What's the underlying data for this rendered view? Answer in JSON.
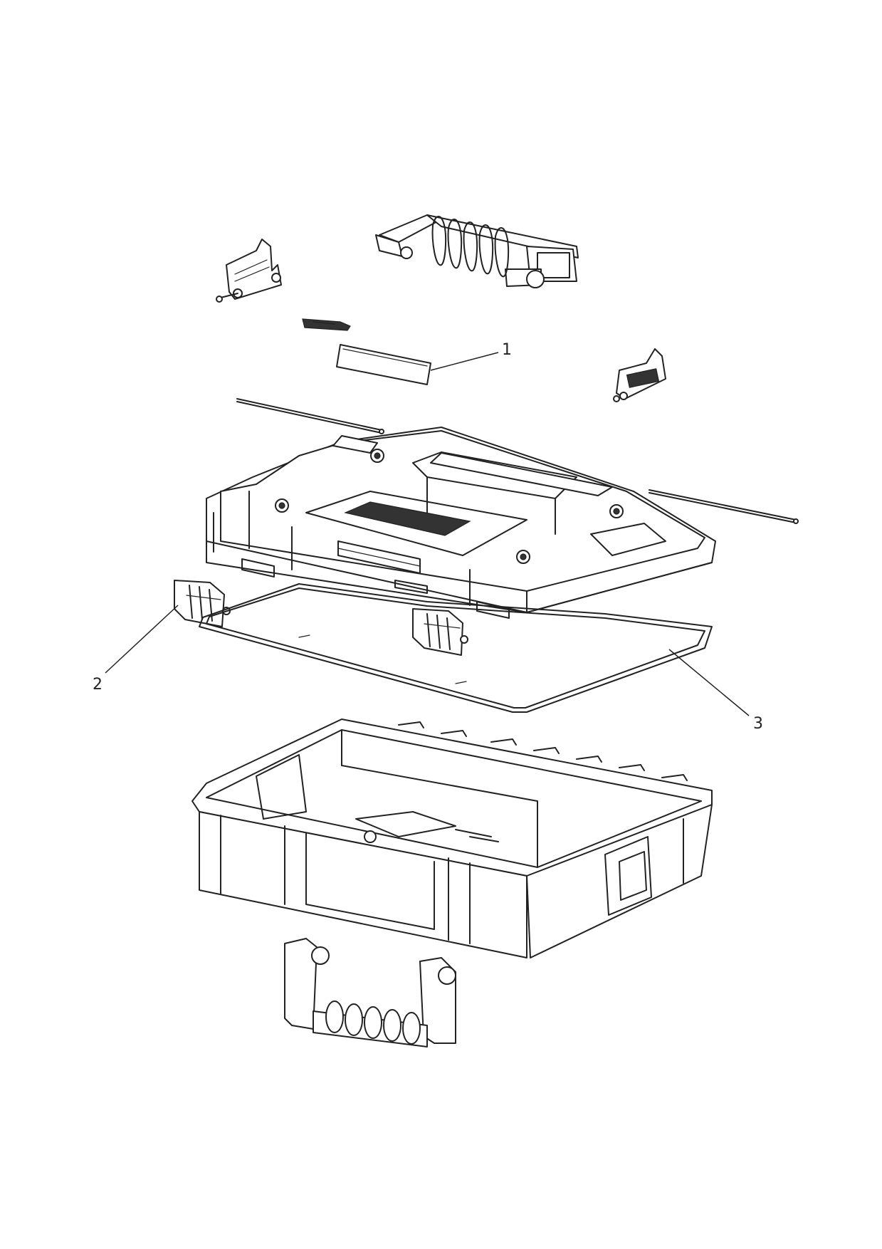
{
  "callouts": [
    {
      "id": "1",
      "label": "1"
    },
    {
      "id": "2",
      "label": "2"
    },
    {
      "id": "3",
      "label": "3"
    }
  ],
  "colors": {
    "line": "#222222",
    "background": "#ffffff"
  }
}
